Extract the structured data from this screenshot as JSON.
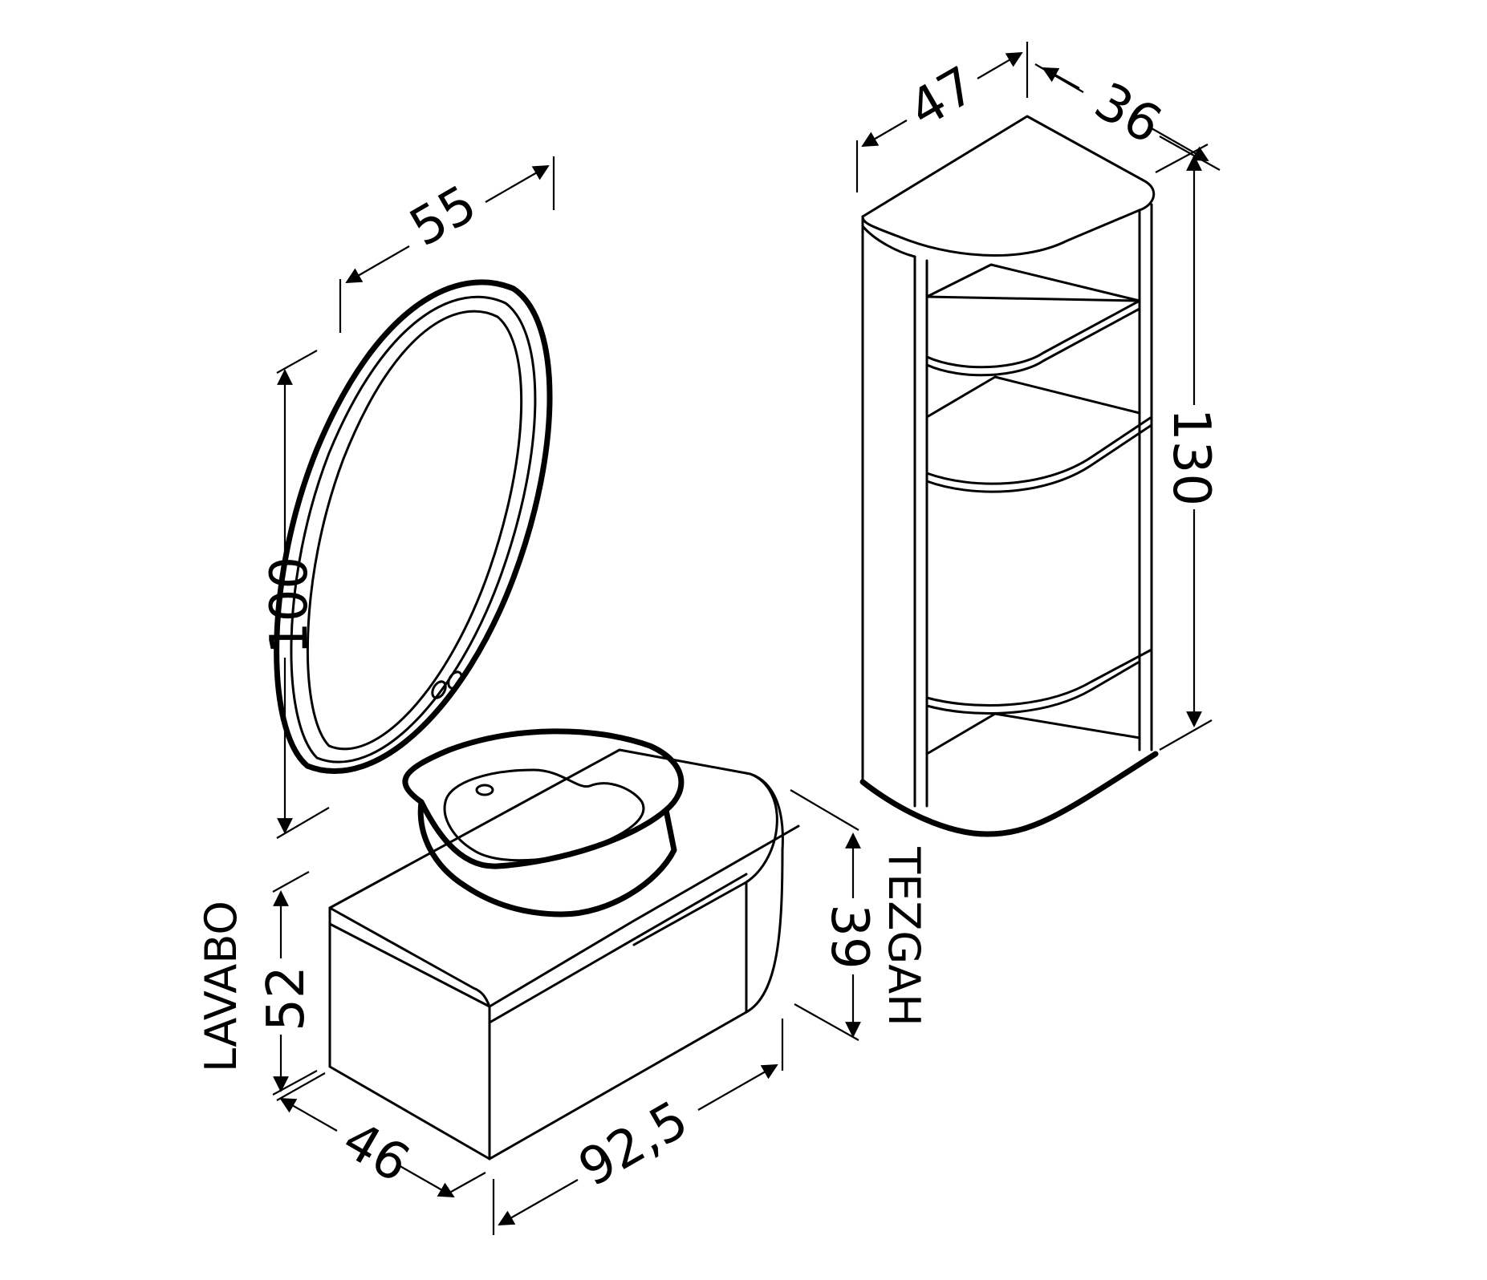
{
  "mirror": {
    "width_label": "55",
    "height_label": "100"
  },
  "cabinet": {
    "height_label": "52",
    "depth_label": "46",
    "width_label": "92,5",
    "name": "LAVABO"
  },
  "counter": {
    "height_label": "39",
    "name": "TEZGAH"
  },
  "tall_unit": {
    "width_label": "47",
    "depth_label": "36",
    "height_label": "130"
  }
}
